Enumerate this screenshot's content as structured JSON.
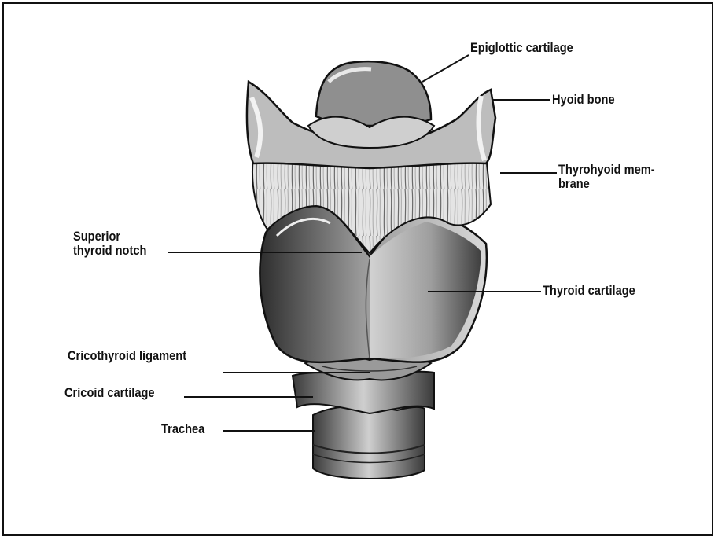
{
  "labels": {
    "epiglottic": "Epiglottic cartilage",
    "hyoid": "Hyoid bone",
    "thyrohyoid_line1": "Thyrohyoid mem-",
    "thyrohyoid_line2": "brane",
    "superior_line1": "Superior",
    "superior_line2": "thyroid notch",
    "thyroid": "Thyroid cartilage",
    "cricothyroid": "Cricothyroid ligament",
    "cricoid": "Cricoid cartilage",
    "trachea": "Trachea"
  },
  "colors": {
    "ink": "#111111",
    "shade_dark": "#3a3a3a",
    "shade_mid": "#8a8a8a",
    "shade_light": "#d6d6d6",
    "paper": "#ffffff"
  }
}
